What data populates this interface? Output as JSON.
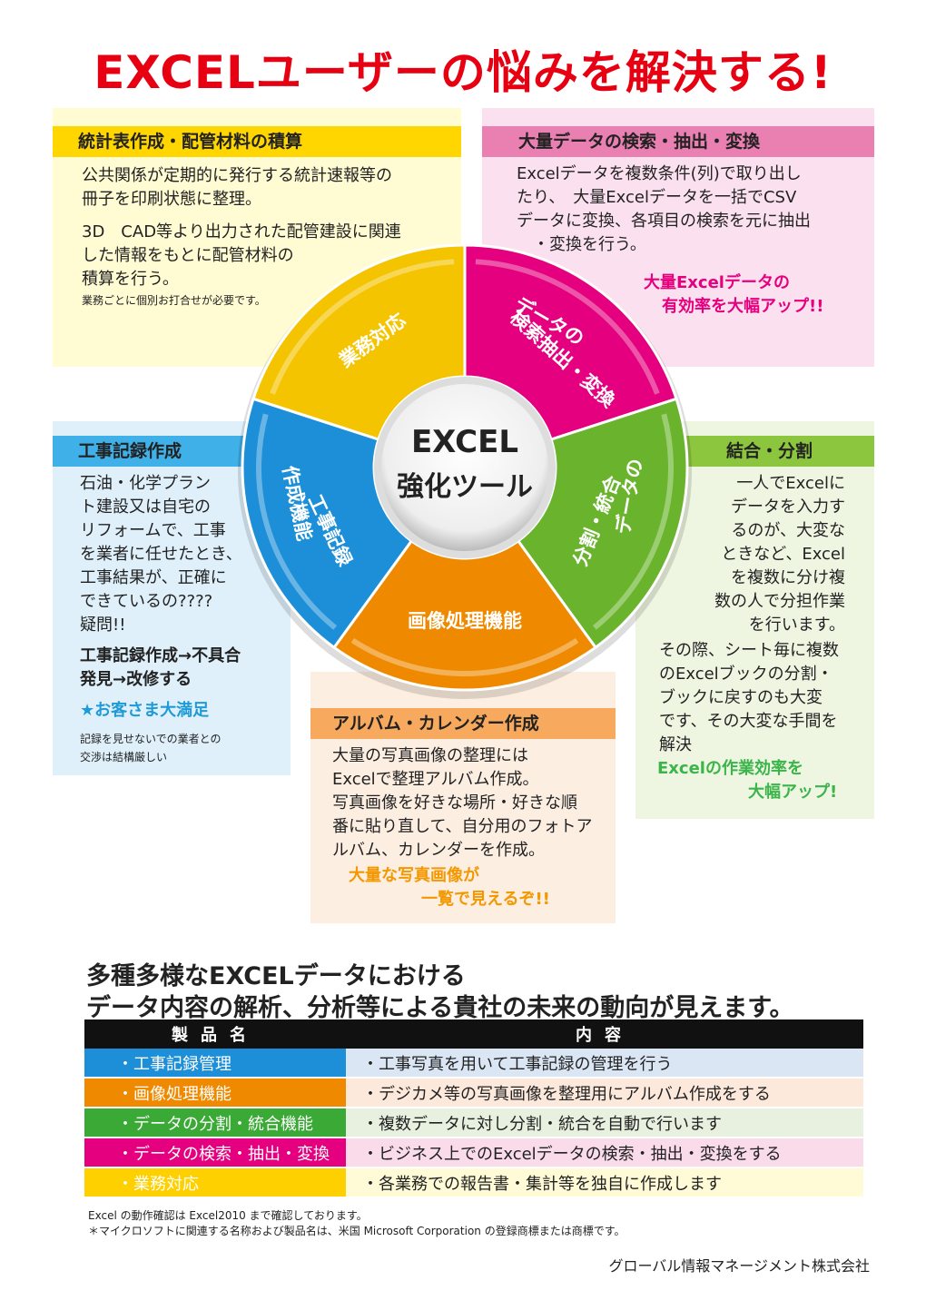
{
  "title": "EXCELユーザーの悩みを解決する!",
  "panels": {
    "yellow": {
      "heading": "統計表作成・配管材料の積算",
      "lines1": [
        "公共関係が定期的に発行する統計速報等の",
        "冊子を印刷状態に整理。"
      ],
      "lines2": [
        "3D　CAD等より出力された配管建設に関連",
        "した情報をもとに配管材料の",
        "積算を行う。"
      ],
      "note": "業務ごとに個別お打合せが必要です。"
    },
    "pink": {
      "heading": "大量データの検索・抽出・変換",
      "lines": [
        "Excelデータを複数条件(列)で取り出し",
        "たり、　大量Excelデータを一括でCSV",
        "データに変換、各項目の検索を元に抽出",
        "　・変換を行う。"
      ],
      "highlight": [
        "大量Excelデータの",
        "有効率を大幅アップ!!"
      ]
    },
    "blue": {
      "heading": "工事記録作成",
      "lines": [
        "石油・化学プラン",
        "ト建設又は自宅の",
        "リフォームで、工事",
        "を業者に任せたとき、",
        "工事結果が、正確に",
        "できているの????",
        "疑問!!"
      ],
      "bold": [
        "工事記録作成→不具合",
        "発見→改修する"
      ],
      "highlight": "★お客さま大満足",
      "note": [
        "記録を見せないでの業者との",
        "交渉は結構厳しい"
      ]
    },
    "green": {
      "heading": "結合・分割",
      "lines1": [
        "一人でExcelに",
        "データを入力す",
        "るのが、大変な",
        "ときなど、Excel",
        "を複数に分け複",
        "数の人で分担作業",
        "を行います。"
      ],
      "lines2": [
        "その際、シート毎に複数",
        "のExcelブックの分割・",
        "ブックに戻すのも大変",
        "です、その大変な手間を",
        "解決"
      ],
      "highlight": [
        "Excelの作業効率を",
        "大幅アップ!"
      ]
    },
    "orange": {
      "heading": "アルバム・カレンダー作成",
      "lines": [
        "大量の写真画像の整理には",
        "Excelで整理アルバム作成。",
        "写真画像を好きな場所・好きな順",
        "番に貼り直して、自分用のフォトア",
        "ルバム、カレンダーを作成。"
      ],
      "highlight": [
        "大量な写真画像が",
        "一覧で見えるぞ!!"
      ]
    }
  },
  "wheel": {
    "center_line1": "EXCEL",
    "center_line2": "強化ツール",
    "segments": {
      "yellow": "業務対応",
      "pink_line1": "データの",
      "pink_line2": "検索抽出・変換",
      "green_line1": "データの",
      "green_line2": "分割・統合",
      "orange": "画像処理機能",
      "blue_line1": "工事記録",
      "blue_line2": "作成機能"
    },
    "colors": {
      "yellow": "#f5c400",
      "pink": "#e4007f",
      "green": "#6ab42d",
      "orange": "#ef8a00",
      "blue": "#1c8fd8"
    }
  },
  "subhead": {
    "line1": "多種多様なEXCELデータにおける",
    "line2": "データ内容の解析、分析等による貴社の未来の動向が見えます。"
  },
  "table": {
    "headers": [
      "製品名",
      "内容"
    ],
    "rows": [
      {
        "name": "・工事記録管理",
        "desc": "・工事写真を用いて工事記録の管理を行う",
        "color": "#1c8fd8",
        "bg": "#dbe6f4"
      },
      {
        "name": "・画像処理機能",
        "desc": "・デジカメ等の写真画像を整理用にアルバム作成をする",
        "color": "#ef8a00",
        "bg": "#fde9dc"
      },
      {
        "name": "・データの分割・統合機能",
        "desc": "・複数データに対し分割・統合を自動で行います",
        "color": "#3aa935",
        "bg": "#e8f1e0"
      },
      {
        "name": "・データの検索・抽出・変換",
        "desc": "・ビジネス上でのExcelデータの検索・抽出・変換をする",
        "color": "#e4007f",
        "bg": "#fadbe9"
      },
      {
        "name": "・業務対応",
        "desc": "・各業務での報告書・集計等を独自に作成します",
        "color": "#ffd000",
        "bg": "#fffbd6"
      }
    ]
  },
  "footnotes": [
    "Excel の動作確認は Excel2010 まで確認しております。",
    "＊マイクロソフトに関連する名称および製品名は、米国 Microsoft Corporation の登録商標または商標です。"
  ],
  "company": "グローバル情報マネージメント株式会社"
}
